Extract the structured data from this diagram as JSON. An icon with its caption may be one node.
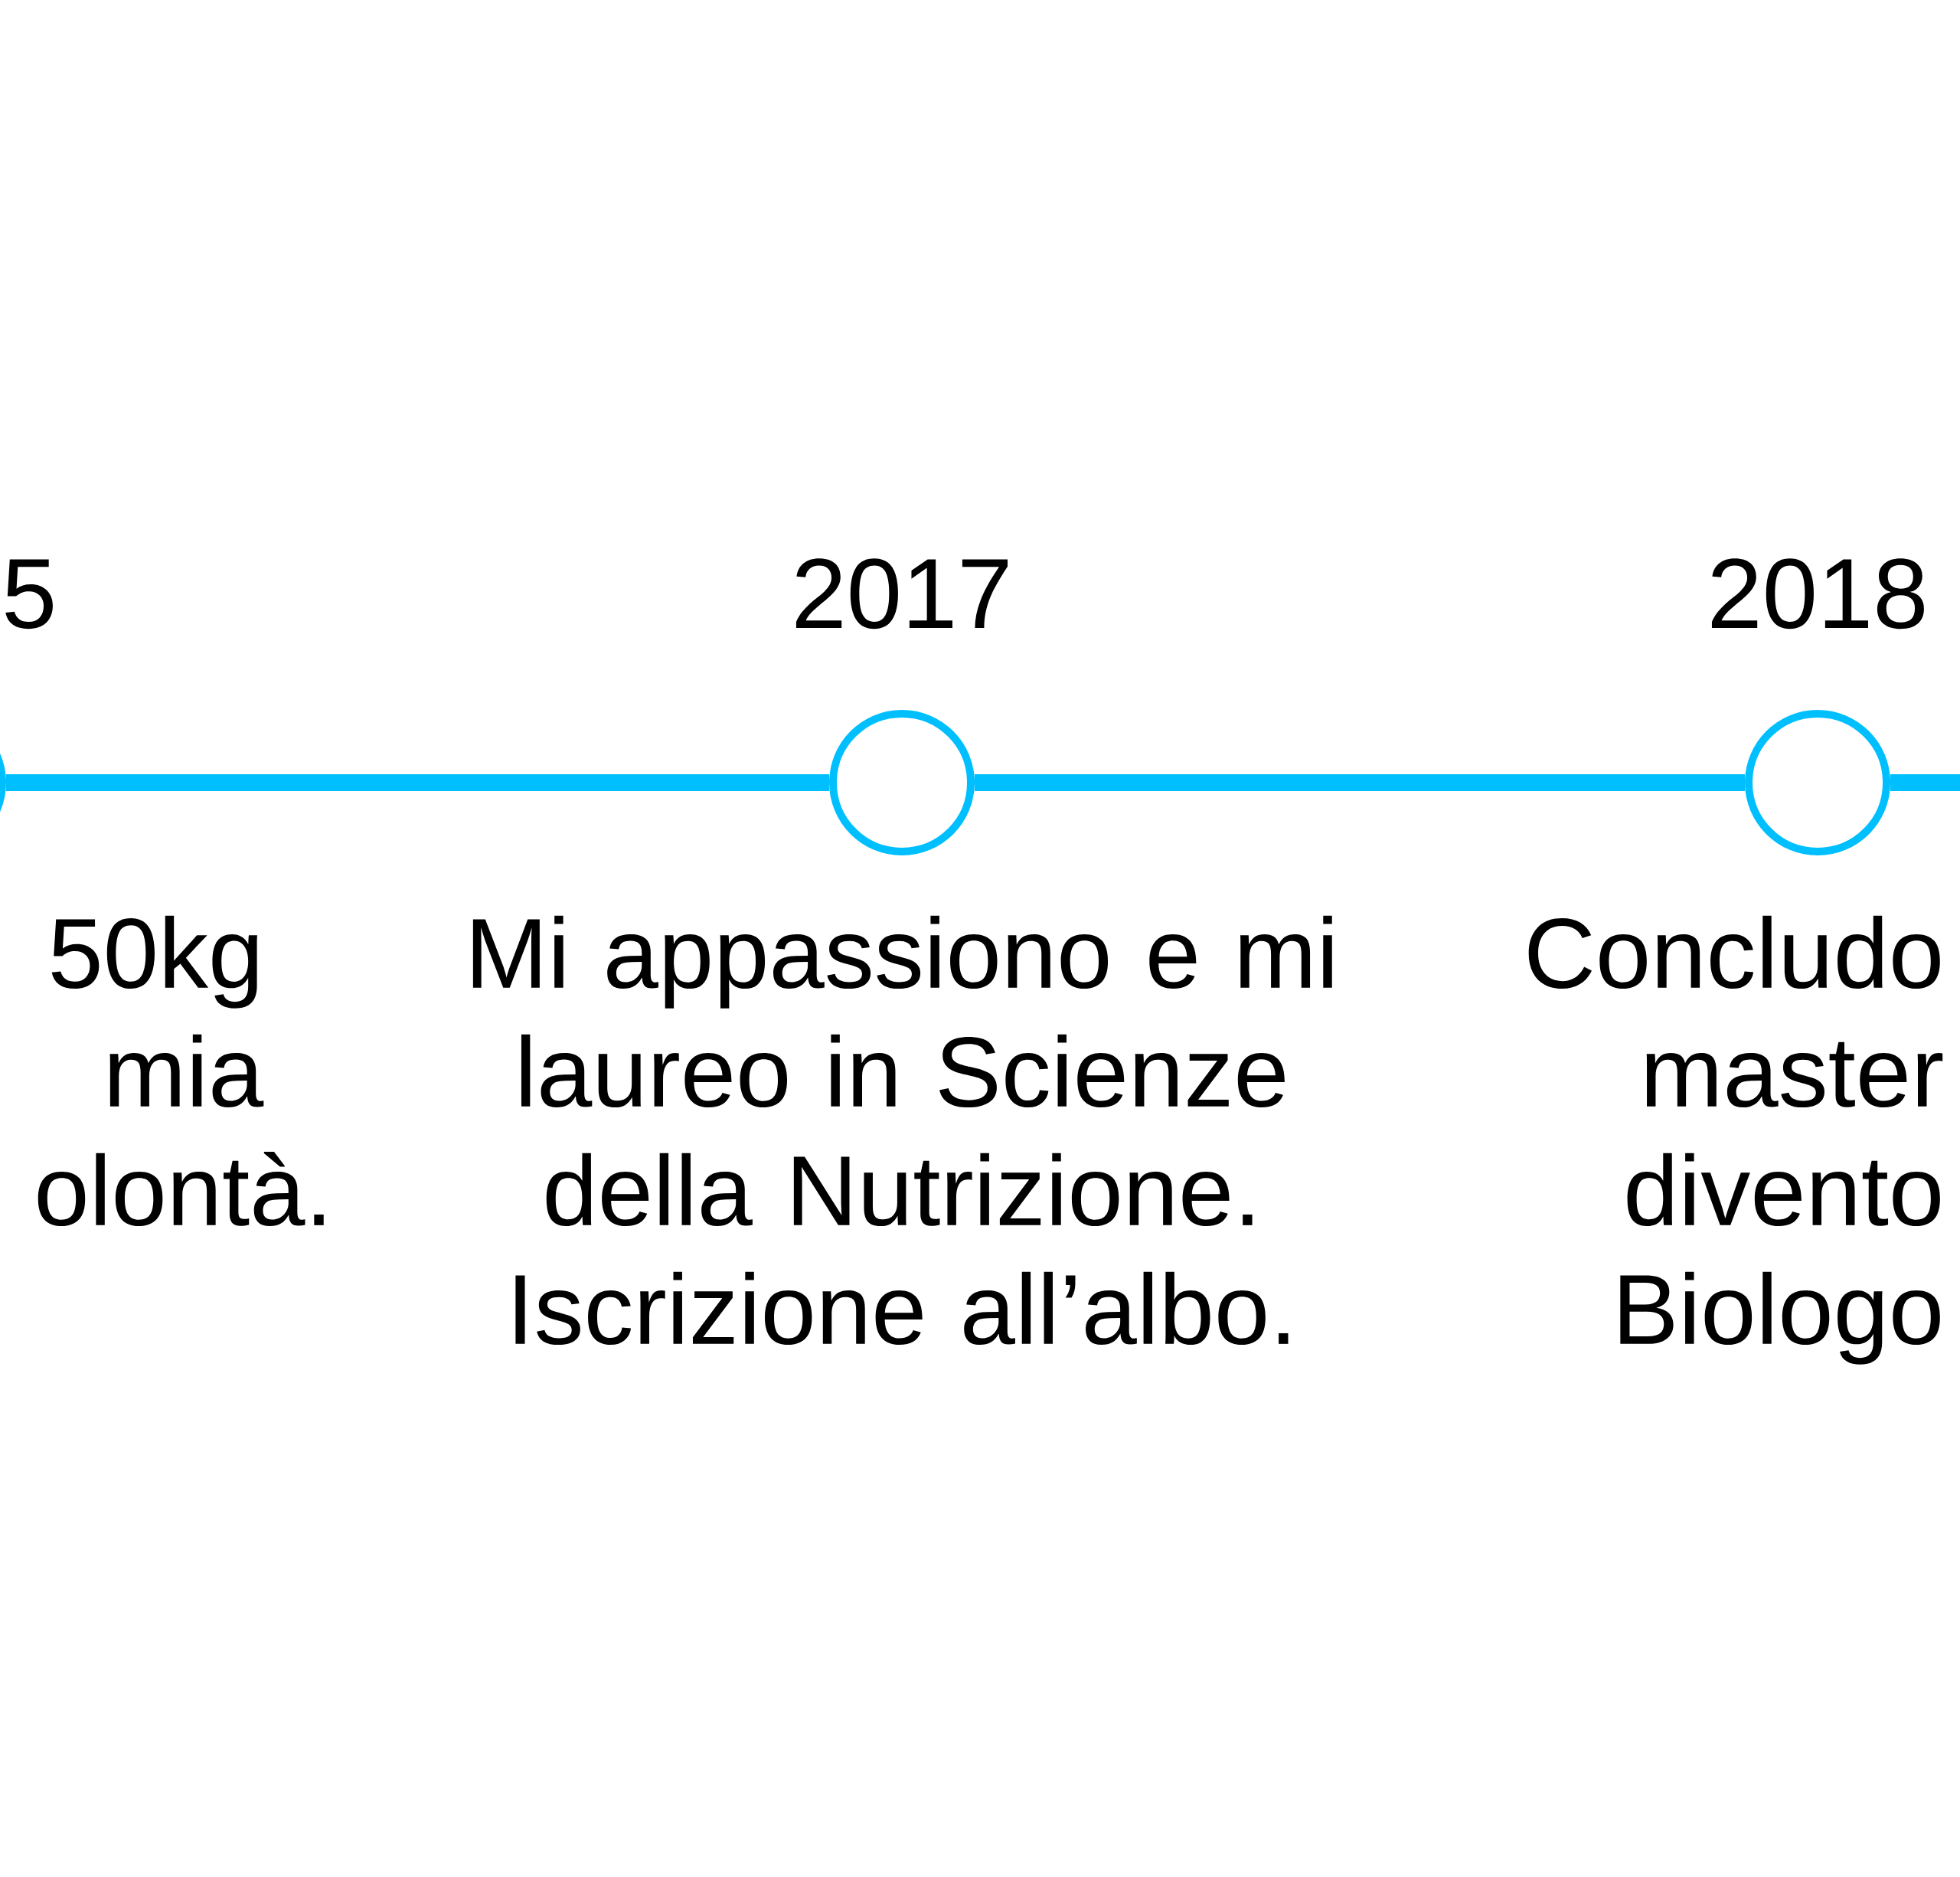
{
  "diagram": {
    "nodes": [
      {
        "text": [],
        "shape": "circle",
        "beside": [
          "5",
          "50kg mia olontà."
        ]
      },
      {
        "text": [],
        "shape": "circle",
        "beside": [
          "2017",
          "Mi appassiono e mi laureo in Scienze della Nutrizione. Iscrizione all’albo."
        ]
      },
      {
        "text": [],
        "shape": "circle",
        "beside": [
          "2018",
          "Concludo master divento Biologo"
        ]
      }
    ],
    "edges": [
      {
        "from": 0,
        "to": 1,
        "arrow": "none"
      },
      {
        "from": 1,
        "to": 2,
        "arrow": "none"
      },
      {
        "from": 2,
        "to": null,
        "arrow": "none"
      }
    ]
  }
}
